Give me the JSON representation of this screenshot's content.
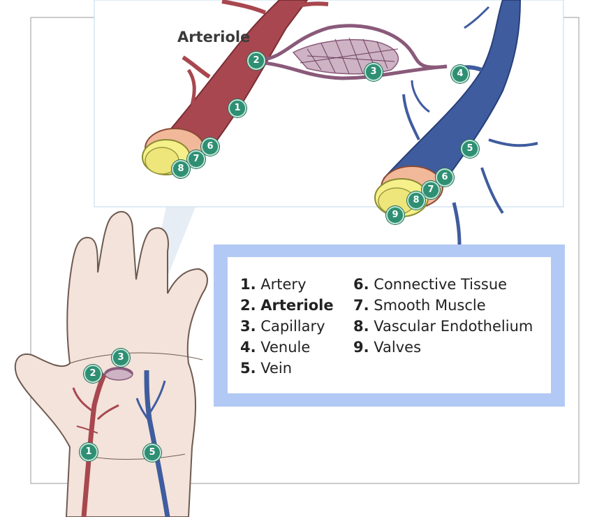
{
  "zoom_title": "Arteriole",
  "legend": {
    "col1": [
      {
        "num": "1.",
        "label": "Artery",
        "active": false
      },
      {
        "num": "2.",
        "label": "Arteriole",
        "active": true
      },
      {
        "num": "3.",
        "label": "Capillary",
        "active": false
      },
      {
        "num": "4.",
        "label": "Venule",
        "active": false
      },
      {
        "num": "5.",
        "label": "Vein",
        "active": false
      }
    ],
    "col2": [
      {
        "num": "6.",
        "label": "Connective Tissue"
      },
      {
        "num": "7.",
        "label": "Smooth Muscle"
      },
      {
        "num": "8.",
        "label": "Vascular Endothelium"
      },
      {
        "num": "9.",
        "label": "Valves"
      }
    ]
  },
  "markers": {
    "zoom": [
      "1",
      "2",
      "3",
      "4",
      "5",
      "6",
      "7",
      "8",
      "6",
      "7",
      "8",
      "9"
    ],
    "hand": [
      "1",
      "2",
      "3",
      "5"
    ]
  },
  "colors": {
    "artery": "#a8474f",
    "vein": "#3f5c9e",
    "capillary": "#8a5a7a",
    "marker": "#2f8f72",
    "legend_frame": "#b3c9f5",
    "skin": "#f3e3da"
  }
}
